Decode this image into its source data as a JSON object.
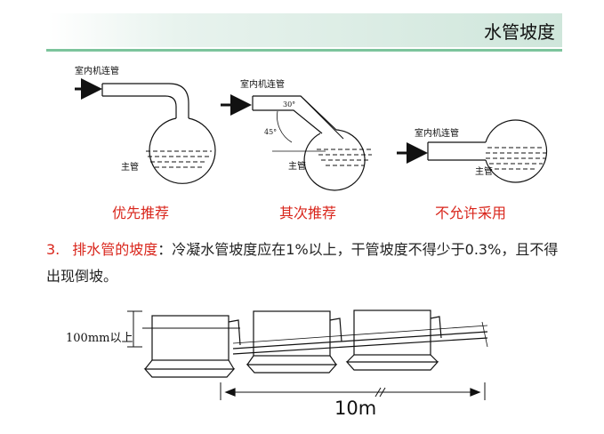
{
  "header": {
    "title": "水管坡度"
  },
  "figures": [
    {
      "pipe_label": "室内机连管",
      "main_label": "主管",
      "rank": "优先推荐"
    },
    {
      "pipe_label": "室内机连管",
      "main_label": "主管",
      "rank": "其次推荐",
      "angle_a": "30°",
      "angle_b": "45°"
    },
    {
      "pipe_label": "室内机连管",
      "main_label": "主管",
      "rank": "不允许采用"
    }
  ],
  "note": {
    "number": "3.",
    "heading": "排水管的坡度",
    "body": "：冷凝水管坡度应在1%以上，干管坡度不得少于0.3%，且不得出现倒坡。"
  },
  "drain": {
    "height_label": "100mm以上",
    "length_label": "10m"
  }
}
